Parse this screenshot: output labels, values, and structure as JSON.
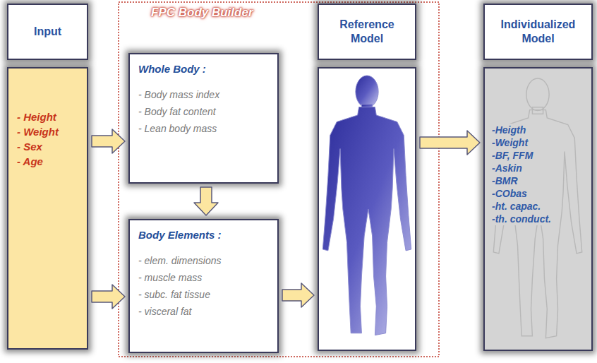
{
  "diagram": {
    "nodes": [
      {
        "text": [
          "Input",
          "- Height",
          "- Weight",
          "- Sex",
          "- Age"
        ]
      },
      {
        "text": [
          "FPC Body Builder"
        ]
      },
      {
        "text": [
          "Whole Body :",
          "- Body mass index",
          "- Body fat content",
          "- Lean body mass"
        ],
        "in": 1
      },
      {
        "text": [
          "Body Elements :",
          "- elem. dimensions",
          "- muscle mass",
          "- subc. fat tissue",
          "- visceral fat"
        ],
        "in": 1
      },
      {
        "text": [
          "Reference Model"
        ],
        "in": 1
      },
      {
        "text": [
          "Individualized Model",
          "-Heigth",
          "-Weight",
          "-BF, FFM",
          "-Askin",
          "-BMR",
          "-CObas",
          "-ht. capac.",
          "-th. conduct."
        ]
      }
    ],
    "edges": [
      {
        "from": 0,
        "to": 2,
        "arrow": "to"
      },
      {
        "from": 0,
        "to": 3,
        "arrow": "to"
      },
      {
        "from": 2,
        "to": 3,
        "arrow": "to"
      },
      {
        "from": 3,
        "to": 4,
        "arrow": "to"
      },
      {
        "from": 4,
        "to": 5,
        "arrow": "to"
      }
    ]
  }
}
